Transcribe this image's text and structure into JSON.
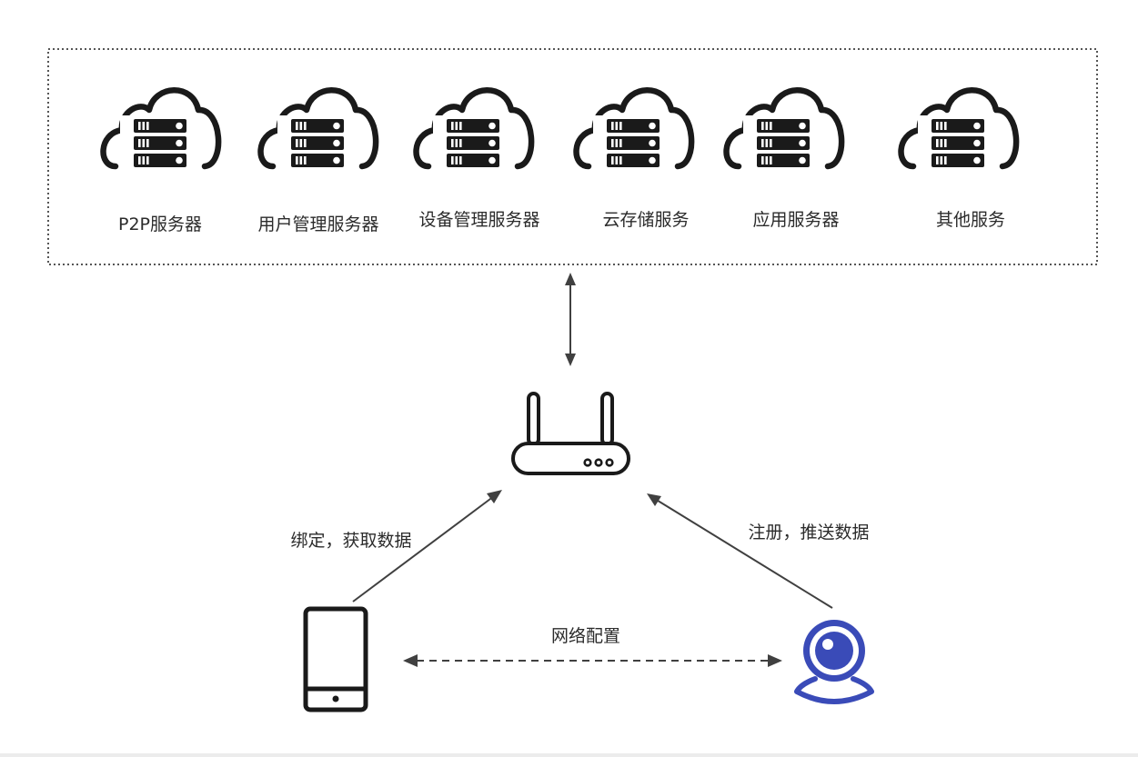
{
  "services_group": {
    "servers": [
      {
        "label": "P2P服务器",
        "icon": "cloud-server-icon"
      },
      {
        "label": "用户管理服务器",
        "icon": "cloud-server-icon"
      },
      {
        "label": "设备管理服务器",
        "icon": "cloud-server-icon"
      },
      {
        "label": "云存储服务",
        "icon": "cloud-server-icon"
      },
      {
        "label": "应用服务器",
        "icon": "cloud-server-icon"
      },
      {
        "label": "其他服务",
        "icon": "cloud-server-icon"
      }
    ]
  },
  "devices": {
    "router": {
      "icon": "router-icon"
    },
    "phone": {
      "icon": "smartphone-icon"
    },
    "camera": {
      "icon": "webcam-icon",
      "color": "#3a4bb8"
    }
  },
  "edges": {
    "phone_to_router": "绑定，获取数据",
    "camera_to_router": "注册，推送数据",
    "phone_camera": "网络配置"
  },
  "colors": {
    "line": "#404040",
    "icon_stroke": "#1a1a1a",
    "camera": "#3a4bb8"
  }
}
